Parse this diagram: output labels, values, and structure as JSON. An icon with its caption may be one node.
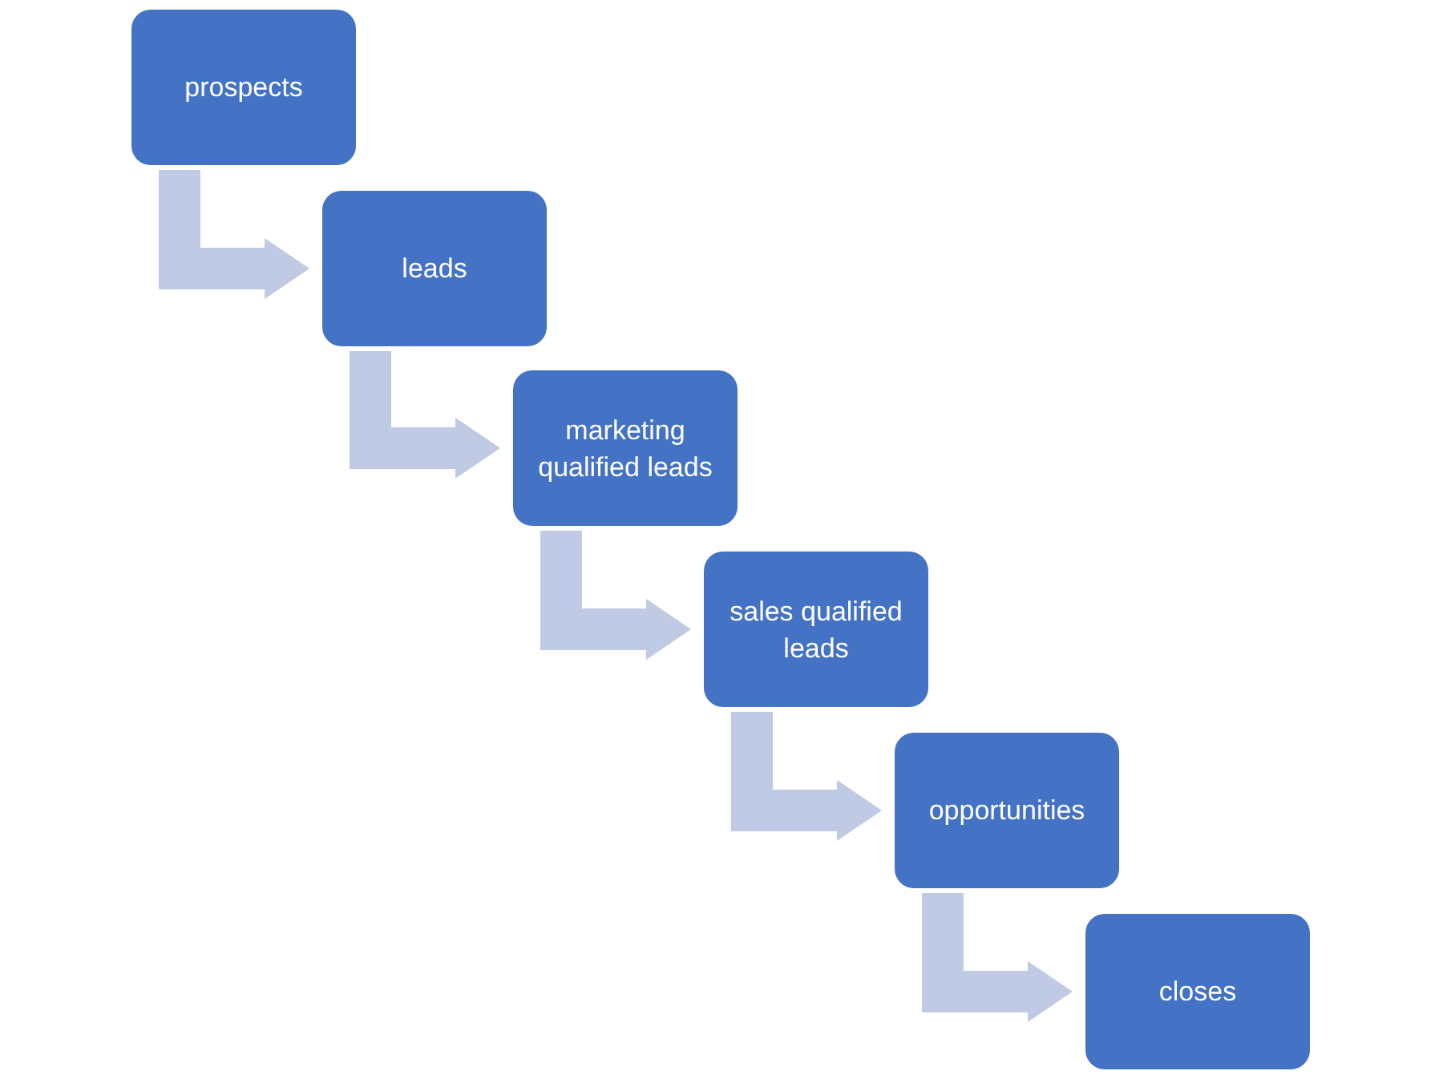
{
  "diagram": {
    "nodes": [
      {
        "text": [
          "prospects"
        ]
      },
      {
        "text": [
          "leads"
        ]
      },
      {
        "text": [
          "marketing qualified leads"
        ]
      },
      {
        "text": [
          "sales qualified leads"
        ]
      },
      {
        "text": [
          "opportunities"
        ]
      },
      {
        "text": [
          "closes"
        ]
      }
    ],
    "edges": [
      {
        "from": 0,
        "to": 1,
        "arrow": "to"
      },
      {
        "from": 1,
        "to": 2,
        "arrow": "to"
      },
      {
        "from": 2,
        "to": 3,
        "arrow": "to"
      },
      {
        "from": 3,
        "to": 4,
        "arrow": "to"
      },
      {
        "from": 4,
        "to": 5,
        "arrow": "to"
      }
    ]
  }
}
